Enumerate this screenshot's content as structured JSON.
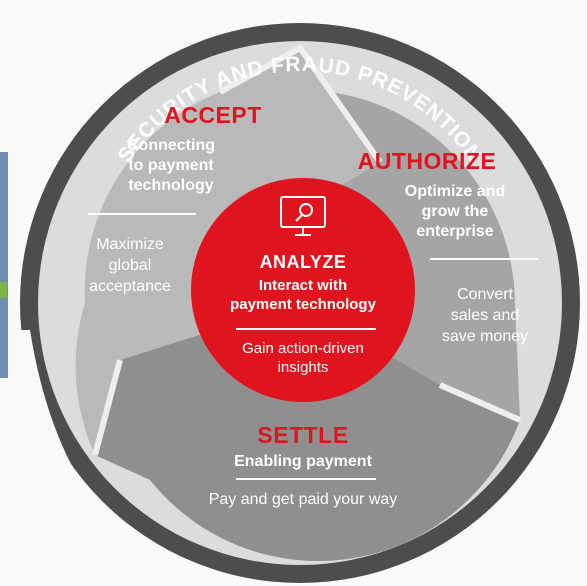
{
  "ring_title": "SECURITY AND FRAUD PREVENTION",
  "stages": {
    "accept": {
      "title": "ACCEPT",
      "subtitle_lines": [
        "Connecting",
        "to payment",
        "technology"
      ],
      "description_lines": [
        "Maximize",
        "global",
        "acceptance"
      ]
    },
    "authorize": {
      "title": "AUTHORIZE",
      "subtitle_lines": [
        "Optimize and",
        "grow the",
        "enterprise"
      ],
      "description_lines": [
        "Convert",
        "sales and",
        "save money"
      ]
    },
    "settle": {
      "title": "SETTLE",
      "subtitle_lines": [
        "Enabling payment"
      ],
      "description_lines": [
        "Pay and get paid your way"
      ]
    },
    "analyze": {
      "title": "ANALYZE",
      "subtitle_lines": [
        "Interact with",
        "payment technology"
      ],
      "description_lines": [
        "Gain action-driven",
        "insights"
      ],
      "icon": "monitor-magnifier-icon"
    }
  },
  "colors": {
    "accent_red": "#e0141e",
    "ring_dark": "#4a4a4a",
    "accept_segment": "#b9b9b9",
    "authorize_segment": "#a3a3a3",
    "settle_segment": "#8f8f8f",
    "side_marker_green": "#7ab648"
  }
}
